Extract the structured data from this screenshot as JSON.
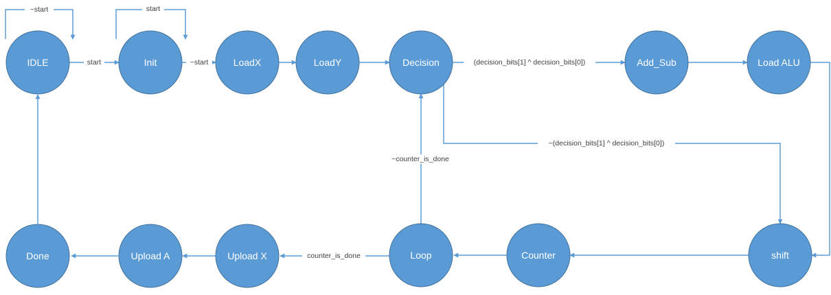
{
  "diagram": {
    "nodes": {
      "idle": "IDLE",
      "init": "Init",
      "loadx": "LoadX",
      "loady": "LoadY",
      "decision": "Decision",
      "add_sub": "Add_Sub",
      "load_alu": "Load ALU",
      "shift": "shift",
      "counter": "Counter",
      "loop": "Loop",
      "upload_x": "Upload X",
      "upload_a": "Upload A",
      "done": "Done"
    },
    "edges": {
      "idle_self": "~start",
      "idle_init": "start",
      "init_self": "start",
      "init_loadx": "~start",
      "decision_add_sub": "(decision_bits[1] ^ decision_bits[0])",
      "decision_shift": "~(decision_bits[1] ^ decision_bits[0])",
      "loop_decision": "~counter_is_done",
      "loop_upload_x": "counter_is_done"
    },
    "colors": {
      "node_fill": "#5b9bd5",
      "edge": "#5b9bd5",
      "label_text": "#404040"
    }
  }
}
